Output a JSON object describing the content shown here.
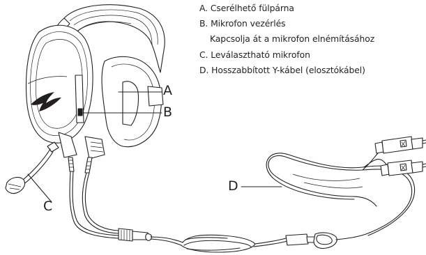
{
  "legend": {
    "a": "A. Cserélhető fülpárna",
    "b": "B. Mikrofon vezérlés",
    "b_note": "Kapcsolja át a mikrofon elnémításához",
    "c": "C. Leválasztható mikrofon",
    "d": "D. Hosszabbított Y-kábel (elosztókábel)"
  },
  "callouts": {
    "a": "A",
    "b": "B",
    "c": "C",
    "d": "D"
  }
}
